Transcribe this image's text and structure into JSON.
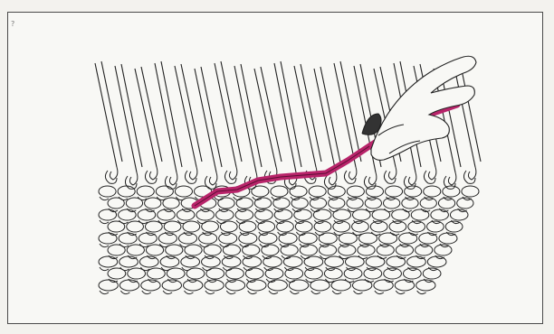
{
  "illustration": {
    "frame_color": "#4a4a4a",
    "background_color": "#f8f8f5",
    "line_color": "#222222",
    "yarn_color": "#b8246a",
    "corner_mark": "?",
    "elements": [
      "needle-row",
      "hand",
      "pink-yarn",
      "knitted-fabric"
    ]
  }
}
